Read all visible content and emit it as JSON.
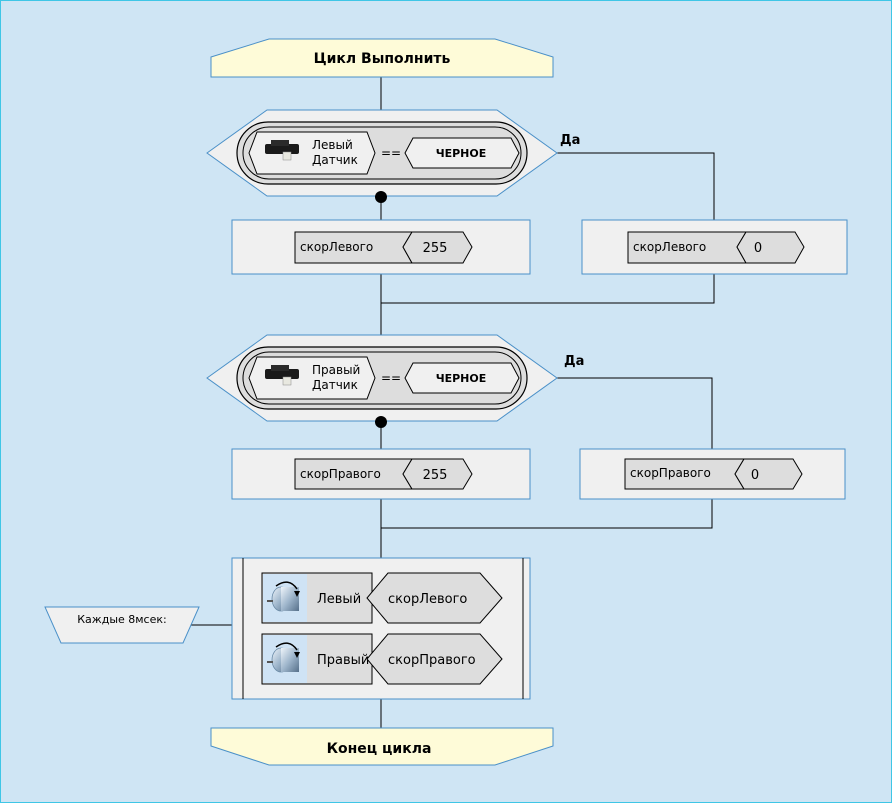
{
  "loop_start": {
    "label": "Цикл Выполнить"
  },
  "loop_end": {
    "label": "Конец цикла"
  },
  "conditions": [
    {
      "sensor_line1": "Левый",
      "sensor_line2": "Датчик",
      "sensor_icon": "ir-distance-sensor-icon",
      "operator": "==",
      "value": "ЧЕРНОЕ",
      "yes_label": "Да",
      "else_assign": {
        "variable": "скорЛевого",
        "value": "255"
      },
      "yes_assign": {
        "variable": "скорЛевого",
        "value": "0"
      }
    },
    {
      "sensor_line1": "Правый",
      "sensor_line2": "Датчик",
      "sensor_icon": "ir-distance-sensor-icon",
      "operator": "==",
      "value": "ЧЕРНОЕ",
      "yes_label": "Да",
      "else_assign": {
        "variable": "скорПравого",
        "value": "255"
      },
      "yes_assign": {
        "variable": "скорПравого",
        "value": "0"
      }
    }
  ],
  "timer": {
    "label": "Каждые 8мсек:"
  },
  "motors": [
    {
      "name": "Левый",
      "value": "скорЛевого",
      "icon": "dc-motor-icon"
    },
    {
      "name": "Правый",
      "value": "скорПравого",
      "icon": "dc-motor-icon"
    }
  ],
  "colors": {
    "background": "#cfe5f4",
    "block_fill": "#f0f0f0",
    "block_border": "#4a90c8",
    "terminal_fill": "#fefbd8",
    "chip_fill": "#dddddd"
  }
}
